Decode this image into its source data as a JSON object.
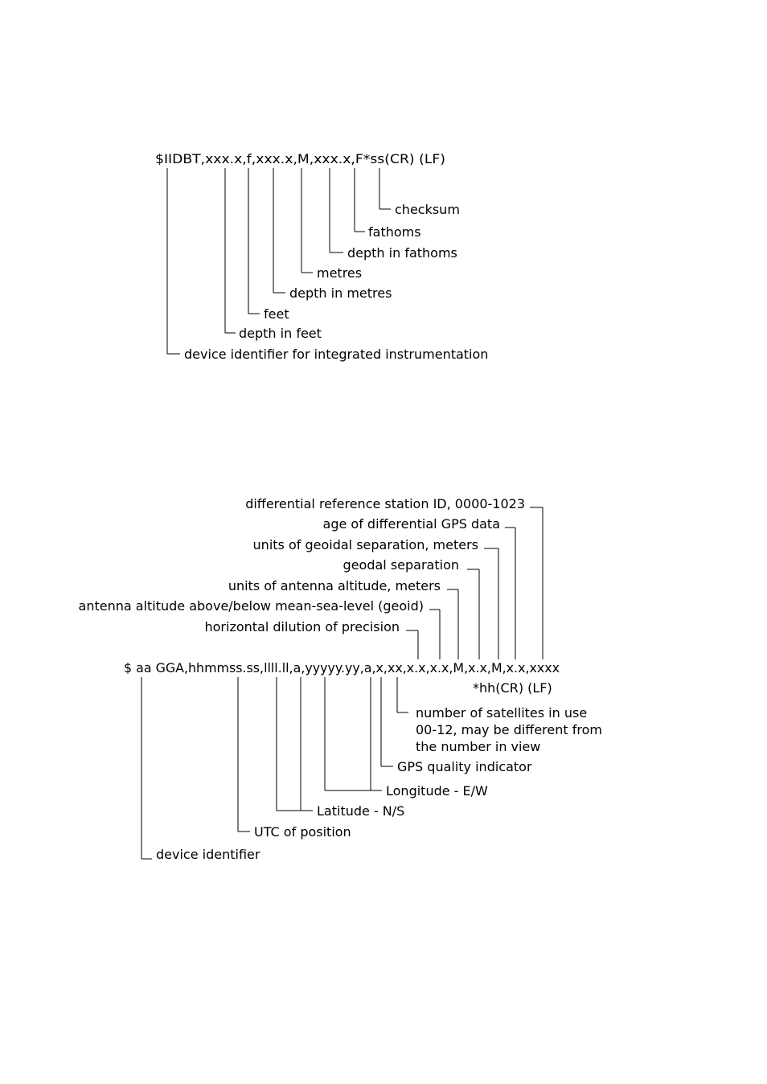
{
  "dbt": {
    "sentence": "$IIDBT,xxx.x,f,xxx.x,M,xxx.x,F*ss(CR) (LF)",
    "labels": {
      "checksum": "checksum",
      "fathoms": "fathoms",
      "depth_fathoms": "depth in fathoms",
      "metres": "metres",
      "depth_metres": "depth in metres",
      "feet": "feet",
      "depth_feet": "depth in feet",
      "device": "device identifier for integrated instrumentation"
    }
  },
  "gga": {
    "sentence": "$ aa GGA,hhmmss.ss,llll.ll,a,yyyyy.yy,a,x,xx,x.x,x.x,M,x.x,M,x.x,xxxx",
    "sentence_tail": "*hh(CR) (LF)",
    "labels": {
      "ref_station": "differential reference station ID, 0000-1023",
      "age_dgps": "age of differential GPS data",
      "units_sep": "units of geoidal separation, meters",
      "geoidal_sep": "geodal separation",
      "units_alt": "units of antenna altitude, meters",
      "altitude": "antenna altitude above/below mean-sea-level (geoid)",
      "hdop": "horizontal dilution of precision",
      "satellites_1": "number of satellites in use",
      "satellites_2": "00-12, may be different from",
      "satellites_3": "the number in view",
      "quality": "GPS quality indicator",
      "longitude": "Longitude - E/W",
      "latitude": "Latitude - N/S",
      "utc": "UTC of position",
      "device": "device identifier"
    }
  }
}
